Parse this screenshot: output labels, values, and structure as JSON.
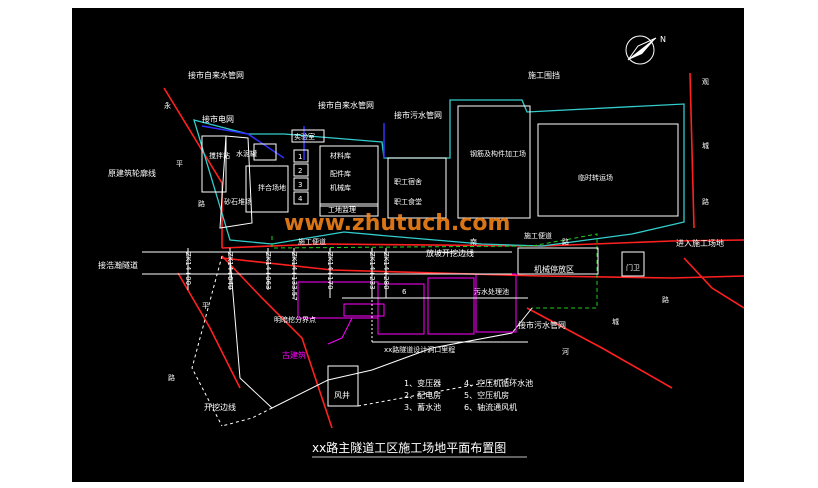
{
  "title": "xx路主隧道工区施工场地平面布置图",
  "watermark": "www.zhutuch.com",
  "compass": "N",
  "labels": {
    "water_net_left": "接市自来水管网",
    "water_net_mid": "接市自来水管网",
    "sewer_net_top": "接市污水管网",
    "sewer_net_bottom": "接市污水管网",
    "power_net": "接市电网",
    "enclosure": "施工围挡",
    "road_left_top": "永",
    "road_left_2": "平",
    "road_left_3": "路",
    "road_right_1": "观",
    "road_right_2": "城",
    "road_right_3": "路",
    "road_bottom_1": "平",
    "road_bottom_2": "路",
    "road_bottom_3": "河",
    "road_bottom_4": "城",
    "road_bottom_5": "路",
    "road_main_1": "南",
    "road_main_2": "路",
    "original_building_line": "原建筑轮廓线",
    "lab": "实验室",
    "mixing_station": "搅拌站",
    "sand_yard": "砂石堆场",
    "cement": "水泥罐",
    "mix_yard": "拌合场地",
    "material_store": "材料库",
    "parts_store": "配件库",
    "machine_store": "机械库",
    "worker_dorm": "职工宿舍",
    "worker_canteen": "职工食堂",
    "steel_yard": "钢筋及构件加工场",
    "temp_transfer": "临时转运场",
    "temp_road": "施工便道",
    "inner_road": "施工便道",
    "survey": "工地监理",
    "slope_line": "放坡开挖边线",
    "machine_park": "机械停放区",
    "gate": "门卫",
    "sewage": "污水处理池",
    "cut_cover": "明暗挖分界点",
    "ancient_building": "古建筑",
    "excavation_line": "开挖边线",
    "shaft": "风井",
    "portal": "xx路隧道设计洞口里程",
    "tunnel_connect": "接浩瀚隧道",
    "enter_site": "进入施工场地",
    "num1": "1",
    "num2": "2",
    "num3": "3",
    "num4": "4",
    "num6": "6",
    "chain1": "ZK14+00",
    "chain2": "ZK14+040",
    "chain3": "ZK14+063",
    "chain4": "ZK14+133.57",
    "chain5": "ZK14+170",
    "chain6": "ZK14+233",
    "chain7": "ZK14+280"
  },
  "legend": [
    "1、变压器",
    "2、配电房",
    "3、蓄水池",
    "4、空压机循环水池",
    "5、空压机房",
    "6、轴流通风机"
  ],
  "colors": {
    "background": "#000000",
    "road": "#ff2020",
    "enclosure": "#33cccc",
    "slope": "#22cc22",
    "building": "#ffffff",
    "magenta": "#ff00ff",
    "blue": "#3030ff"
  }
}
